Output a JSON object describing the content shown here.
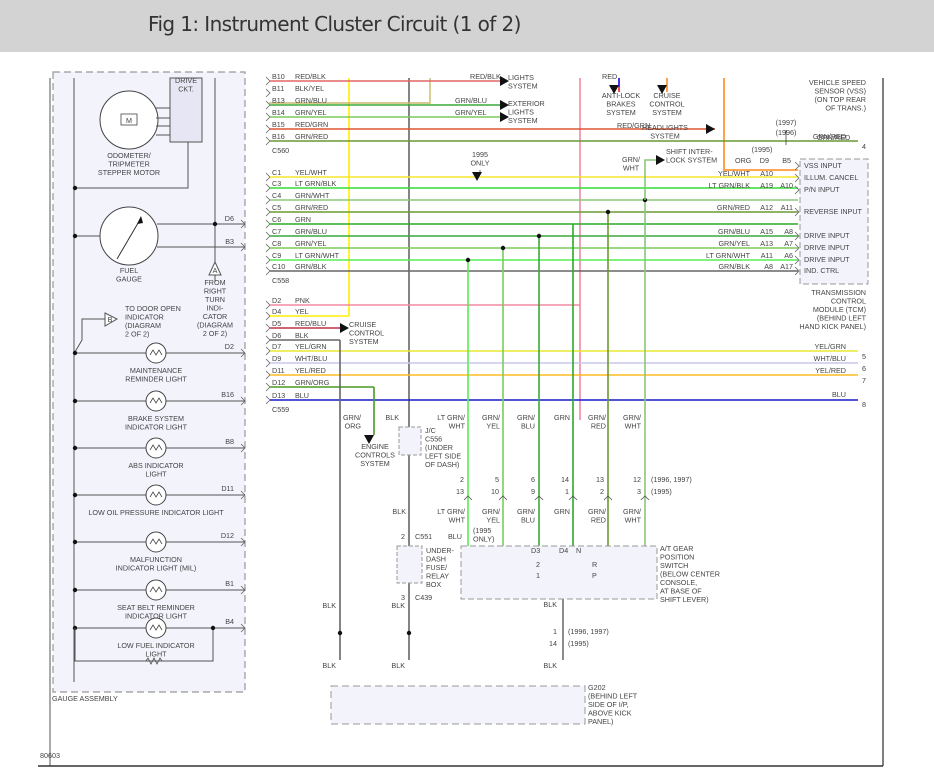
{
  "page": {
    "title": "Fig 1: Instrument Cluster Circuit (1 of 2)",
    "figure_id": "80603"
  },
  "colors": {
    "RED/BLK": "#e06666",
    "BLK/YEL": "#c9b96a",
    "GRN/BLU": "#3aa83a",
    "GRN/YEL": "#7acb5a",
    "RED/GRN": "#dd5533",
    "GRN/RED": "#6a9a30",
    "YEL/WHT": "#f5e62a",
    "LT GRN/BLK": "#33dd33",
    "GRN/WHT": "#88c878",
    "GRN": "#2aaa2a",
    "LT GRN/WHT": "#55ee55",
    "PNK": "#f08aa0",
    "YEL": "#ffee00",
    "RED/BLU": "#c0304a",
    "BLK": "#666666",
    "YEL/GRN": "#e8e832",
    "WHT/BLU": "#c8c8ee",
    "YEL/RED": "#ffbb22",
    "GRN/ORG": "#4a9a20",
    "BLU": "#1a1acc",
    "ORG": "#ff8a1a",
    "RED": "#ee2222",
    "accent_box": "#f3f3fc"
  },
  "gauge_assembly": {
    "label": "GAUGE ASSEMBLY",
    "drive_ckt": [
      "DRIVE",
      "CKT."
    ],
    "motor_symbol": "M",
    "odometer": [
      "ODOMETER/",
      "TRIPMETER",
      "STEPPER MOTOR"
    ],
    "fuel_gauge": [
      "FUEL",
      "GAUGE"
    ],
    "conn_A": "A",
    "conn_A_label": [
      "FROM",
      "RIGHT",
      "TURN",
      "INDI-",
      "CATOR",
      "(DIAGRAM",
      "2 OF 2)"
    ],
    "conn_B": "B",
    "conn_B_label": [
      "TO DOOR OPEN",
      "INDICATOR",
      "(DIAGRAM",
      "2 OF 2)"
    ],
    "pins": {
      "fuel1": "D6",
      "fuel2": "B3"
    },
    "lights": [
      {
        "pin": "D2",
        "label": [
          "MAINTENANCE",
          "REMINDER LIGHT"
        ]
      },
      {
        "pin": "B16",
        "label": [
          "BRAKE SYSTEM",
          "INDICATOR LIGHT"
        ]
      },
      {
        "pin": "B8",
        "label": [
          "ABS INDICATOR",
          "LIGHT"
        ]
      },
      {
        "pin": "D11",
        "label": [
          "LOW OIL PRESSURE INDICATOR LIGHT"
        ]
      },
      {
        "pin": "D12",
        "label": [
          "MALFUNCTION",
          "INDICATOR LIGHT (MIL)"
        ]
      },
      {
        "pin": "B1",
        "label": [
          "SEAT BELT REMINDER",
          "INDICATOR LIGHT"
        ]
      },
      {
        "pin": "B4",
        "label": [
          "LOW FUEL INDICATOR",
          "LIGHT"
        ]
      }
    ]
  },
  "connectors": {
    "C560": {
      "name": "C560",
      "pins": [
        [
          "B10",
          "RED/BLK"
        ],
        [
          "B11",
          "BLK/YEL"
        ],
        [
          "B13",
          "GRN/BLU"
        ],
        [
          "B14",
          "GRN/YEL"
        ],
        [
          "B15",
          "RED/GRN"
        ],
        [
          "B16",
          "GRN/RED"
        ]
      ]
    },
    "C558": {
      "name": "C558",
      "pins": [
        [
          "C1",
          "YEL/WHT"
        ],
        [
          "C3",
          "LT GRN/BLK"
        ],
        [
          "C4",
          "GRN/WHT"
        ],
        [
          "C5",
          "GRN/RED"
        ],
        [
          "C6",
          "GRN"
        ],
        [
          "C7",
          "GRN/BLU"
        ],
        [
          "C8",
          "GRN/YEL"
        ],
        [
          "C9",
          "LT GRN/WHT"
        ],
        [
          "C10",
          "GRN/BLK"
        ]
      ]
    },
    "C559": {
      "name": "C559",
      "pins": [
        [
          "D2",
          "PNK"
        ],
        [
          "D4",
          "YEL"
        ],
        [
          "D5",
          "RED/BLU"
        ],
        [
          "D6",
          "BLK"
        ],
        [
          "D7",
          "YEL/GRN"
        ],
        [
          "D9",
          "WHT/BLU"
        ],
        [
          "D11",
          "YEL/RED"
        ],
        [
          "D12",
          "GRN/ORG"
        ],
        [
          "D13",
          "BLU"
        ]
      ]
    }
  },
  "systems": {
    "lights_system": [
      "LIGHTS",
      "SYSTEM"
    ],
    "exterior_lights": [
      "EXTERIOR",
      "LIGHTS",
      "SYSTEM"
    ],
    "anti_lock": [
      "ANTI-LOCK",
      "BRAKES",
      "SYSTEM"
    ],
    "cruise_top": [
      "CRUISE",
      "CONTROL",
      "SYSTEM"
    ],
    "headlights": [
      "HEADLIGHTS",
      "SYSTEM"
    ],
    "shift_interlock": [
      "SHIFT INTER-",
      "LOCK SYSTEM"
    ],
    "cruise_mid": [
      "CRUISE",
      "CONTROL",
      "SYSTEM"
    ],
    "engine_controls": [
      "ENGINE",
      "CONTROLS",
      "SYSTEM"
    ],
    "vss": [
      "VEHICLE SPEED",
      "SENSOR (VSS)",
      "(ON TOP REAR",
      "OF TRANS.)"
    ]
  },
  "wire_labels": {
    "red_blk": "RED/BLK",
    "grn_blu": "GRN/BLU",
    "grn_yel": "GRN/YEL",
    "red": "RED",
    "red_grn": "RED/GRN",
    "grn_wht": [
      "GRN/",
      "WHT"
    ],
    "only_1995": [
      "1995",
      "ONLY"
    ],
    "y1997": "(1997)",
    "y1996": "(1996)",
    "y1995": "(1995)",
    "grn_red": "GRN/RED",
    "org": "ORG",
    "d9": "D9",
    "b5": "B5"
  },
  "tcm": {
    "inputs": [
      {
        "wire": "",
        "pin1": "",
        "pin2": "",
        "label": "VSS INPUT"
      },
      {
        "wire": "YEL/WHT",
        "pin1": "A10",
        "pin2": "",
        "label": "ILLUM. CANCEL"
      },
      {
        "wire": "LT GRN/BLK",
        "pin1": "A19",
        "pin2": "A10",
        "label": "P/N INPUT"
      },
      {
        "wire": "GRN/RED",
        "pin1": "A12",
        "pin2": "A11",
        "label": "REVERSE INPUT"
      },
      {
        "wire": "GRN/BLU",
        "pin1": "A15",
        "pin2": "A8",
        "label": "DRIVE INPUT"
      },
      {
        "wire": "GRN/YEL",
        "pin1": "A13",
        "pin2": "A7",
        "label": "DRIVE INPUT"
      },
      {
        "wire": "LT GRN/WHT",
        "pin1": "A11",
        "pin2": "A6",
        "label": "DRIVE INPUT"
      },
      {
        "wire": "GRN/BLK",
        "pin1": "A8",
        "pin2": "A17",
        "label": "IND. CTRL"
      }
    ],
    "label": [
      "TRANSMISSION",
      "CONTROL",
      "MODULE (TCM)",
      "(BEHIND LEFT",
      "HAND KICK PANEL)"
    ]
  },
  "continuations": [
    {
      "wire": "GRN/RED",
      "num": "4"
    },
    {
      "wire": "YEL/GRN",
      "num": "5"
    },
    {
      "wire": "WHT/BLU",
      "num": "6"
    },
    {
      "wire": "YEL/RED",
      "num": "7"
    },
    {
      "wire": "BLU",
      "num": "8"
    }
  ],
  "lower": {
    "col_labels_top": [
      [
        "GRN/",
        "ORG"
      ],
      [
        "BLK"
      ],
      [
        "LT GRN/",
        "WHT"
      ],
      [
        "GRN/",
        "YEL"
      ],
      [
        "GRN/",
        "BLU"
      ],
      [
        "GRN"
      ],
      [
        "GRN/",
        "RED"
      ],
      [
        "GRN/",
        "WHT"
      ]
    ],
    "jc": [
      "J/C",
      "C556",
      "(UNDER",
      "LEFT SIDE",
      "OF DASH)"
    ],
    "pins_9697": [
      "2",
      "5",
      "6",
      "14",
      "13",
      "12"
    ],
    "pins_95": [
      "13",
      "10",
      "9",
      "1",
      "2",
      "3"
    ],
    "yr_9697": "(1996, 1997)",
    "yr_95": "(1995)",
    "col_labels_bot": [
      [
        "BLK"
      ],
      [
        "LT GRN/",
        "WHT"
      ],
      [
        "GRN/",
        "YEL"
      ],
      [
        "GRN/",
        "BLU"
      ],
      [
        "GRN"
      ],
      [
        "GRN/",
        "RED"
      ],
      [
        "GRN/",
        "WHT"
      ]
    ],
    "c551_pin": "2",
    "c551": "C551",
    "blu": "BLU",
    "only95": [
      "(1995",
      "ONLY)"
    ],
    "fuse_box": [
      "UNDER-",
      "DASH",
      "FUSE/",
      "RELAY",
      "BOX"
    ],
    "c439_pin": "3",
    "c439": "C439",
    "switch_pos": {
      "d3": "D3",
      "d4": "D4",
      "n": "N",
      "two": "2",
      "r": "R",
      "one": "1",
      "p": "P"
    },
    "switch_label": [
      "A/T GEAR",
      "POSITION",
      "SWITCH",
      "(BELOW CENTER",
      "CONSOLE,",
      "AT BASE OF",
      "SHIFT LEVER)"
    ],
    "blk": "BLK",
    "g_pin_9697": "1",
    "g_yr_9697": "(1996, 1997)",
    "g_pin_95": "14",
    "g_yr_95": "(1995)",
    "g202": [
      "G202",
      "(BEHIND LEFT",
      "SIDE OF I/P,",
      "ABOVE KICK",
      "PANEL)"
    ]
  }
}
